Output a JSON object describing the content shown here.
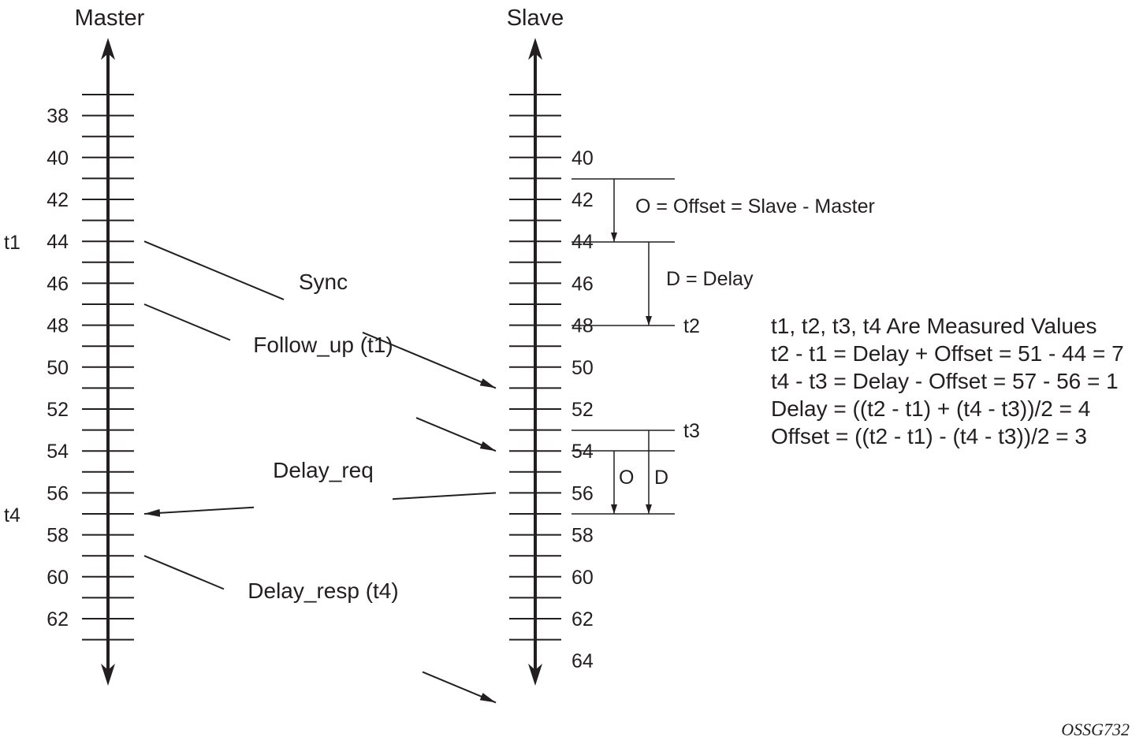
{
  "master": {
    "title": "Master",
    "labels": [
      "38",
      "40",
      "42",
      "44",
      "46",
      "48",
      "50",
      "52",
      "54",
      "56",
      "58",
      "60",
      "62"
    ],
    "times": [
      {
        "name": "t1",
        "at": 44
      },
      {
        "name": "t4",
        "at": 57
      }
    ]
  },
  "slave": {
    "title": "Slave",
    "labels": [
      "40",
      "42",
      "44",
      "46",
      "48",
      "50",
      "52",
      "54",
      "56",
      "58",
      "60",
      "62",
      "64"
    ]
  },
  "messages": [
    {
      "label": "Sync",
      "from": "master",
      "from_time": 44,
      "to_time": 51
    },
    {
      "label": "Follow_up (t1)",
      "from": "master",
      "from_time": 47,
      "to_time": 54
    },
    {
      "label": "Delay_req",
      "from": "slave",
      "from_time": 56,
      "to_time": 57
    },
    {
      "label": "Delay_resp (t4)",
      "from": "master",
      "from_time": 59,
      "to_time": 66
    }
  ],
  "annotations": {
    "offset_def": "O = Offset = Slave - Master",
    "delay_def": "D = Delay",
    "t2": "t2",
    "t3": "t3",
    "o_short": "O",
    "d_short": "D"
  },
  "notes": [
    "t1, t2, t3, t4 Are Measured Values",
    "t2 - t1 = Delay + Offset = 51 - 44 = 7",
    "t4 - t3 = Delay - Offset = 57 - 56 = 1",
    "Delay = ((t2 - t1) + (t4 - t3))/2 = 4",
    "Offset = ((t2 - t1) - (t4 - t3))/2 = 3"
  ],
  "figure_code": "OSSG732"
}
